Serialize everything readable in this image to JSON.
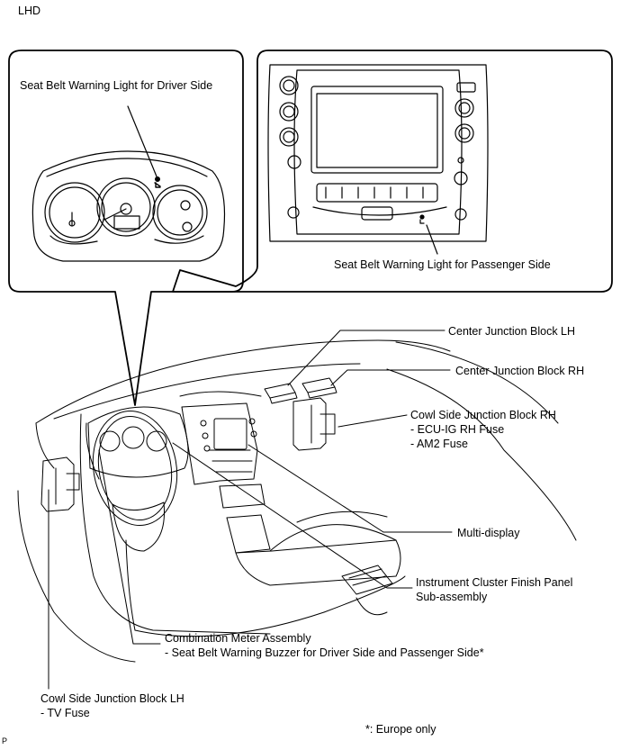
{
  "header": {
    "drive_type": "LHD"
  },
  "callouts": {
    "driver_light": "Seat Belt Warning Light for Driver Side",
    "passenger_light": "Seat Belt Warning Light for Passenger Side",
    "cjb_lh": "Center Junction Block LH",
    "cjb_rh": "Center Junction Block RH",
    "cowl_rh": {
      "title": "Cowl Side Junction Block RH",
      "line1": "- ECU-IG RH Fuse",
      "line2": "- AM2 Fuse"
    },
    "multi_display": "Multi-display",
    "finish_panel": {
      "line1": "Instrument Cluster Finish Panel",
      "line2": "Sub-assembly"
    },
    "combo_meter": {
      "line1": "Combination Meter Assembly",
      "line2": "- Seat Belt Warning Buzzer for Driver Side and Passenger Side*"
    },
    "cowl_lh": {
      "line1": "Cowl Side Junction Block LH",
      "line2": "- TV Fuse"
    }
  },
  "footnote": "*: Europe only",
  "corner_mark": "P",
  "icons": [
    "seatbelt-warning-icon"
  ],
  "colors": {
    "ink": "#000000",
    "background": "#ffffff",
    "shading": "#bbbbbb"
  }
}
